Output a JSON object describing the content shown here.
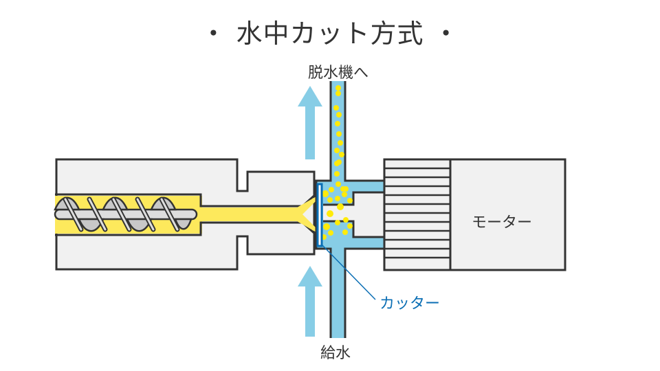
{
  "title": "・ 水中カット方式 ・",
  "labels": {
    "outlet": "脱水機へ",
    "inlet": "給水",
    "cutter": "カッター",
    "motor": "モーター"
  },
  "colors": {
    "outline": "#333333",
    "body_fill": "#f1f1f1",
    "resin": "#fde95c",
    "water": "#87cde6",
    "pellet": "#ffeb0a",
    "cutter": "#0a6eb4",
    "screw": "#c8c8c8"
  }
}
